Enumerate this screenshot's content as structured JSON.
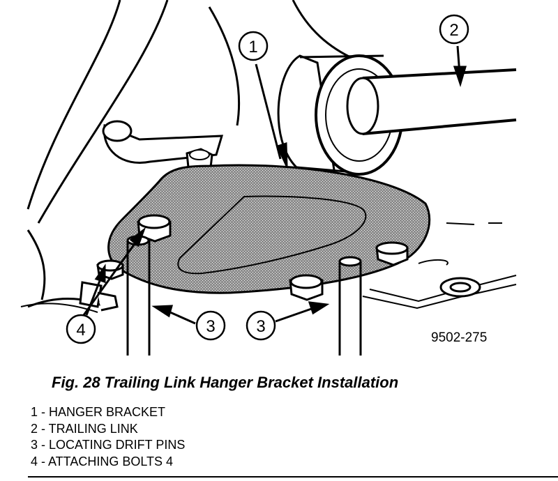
{
  "figure": {
    "callouts": [
      "1",
      "2",
      "3",
      "3",
      "4"
    ],
    "figure_code": "9502-275"
  },
  "caption": "Fig. 28 Trailing Link Hanger Bracket Installation",
  "legend": [
    "1 - HANGER BRACKET",
    "2 - TRAILING LINK",
    "3 - LOCATING DRIFT PINS",
    "4 - ATTACHING BOLTS 4"
  ]
}
